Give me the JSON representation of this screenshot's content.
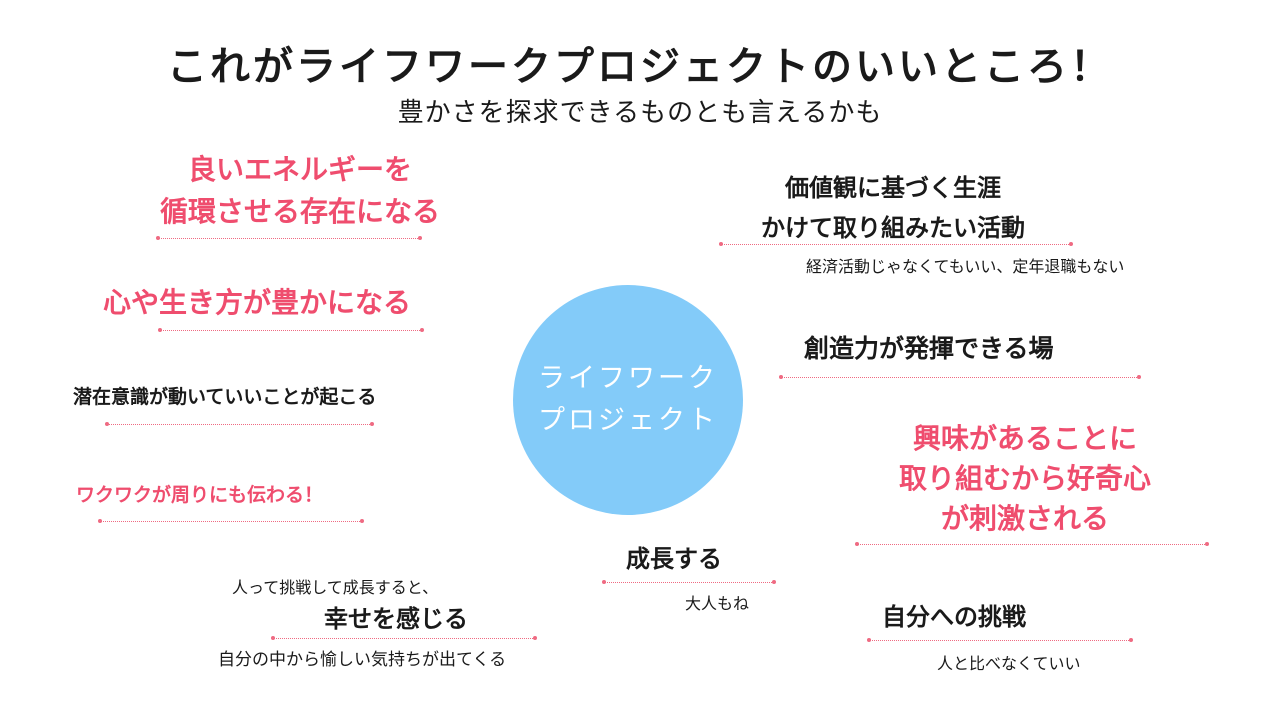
{
  "title": "これがライフワークプロジェクトのいいところ！",
  "subtitle": "豊かさを探求できるものとも言えるかも",
  "center": {
    "line1": "ライフワーク",
    "line2": "プロジェクト"
  },
  "items": {
    "good_energy": {
      "line1": "良いエネルギーを",
      "line2": "循環させる存在になる"
    },
    "rich_life": "心や生き方が豊かになる",
    "subconscious": "潜在意識が動いていいことが起こる",
    "excitement": "ワクワクが周りにも伝わる！",
    "happiness": {
      "pre": "人って挑戦して成長すると、",
      "main": "幸せを感じる",
      "note": "自分の中から愉しい気持ちが出てくる"
    },
    "growth": {
      "main": "成長する",
      "note": "大人もね"
    },
    "lifelong": {
      "line1": "価値観に基づく生涯",
      "line2": "かけて取り組みたい活動",
      "note": "経済活動じゃなくてもいい、定年退職もない"
    },
    "creativity": "創造力が発揮できる場",
    "curiosity": {
      "line1": "興味があることに",
      "line2": "取り組むから好奇心",
      "line3": "が刺激される"
    },
    "challenge": {
      "main": "自分への挑戦",
      "note": "人と比べなくていい"
    }
  },
  "colors": {
    "accent_pink": "#ef4d6e",
    "circle_blue": "#83cbf9",
    "text_dark": "#1a1a1a"
  }
}
